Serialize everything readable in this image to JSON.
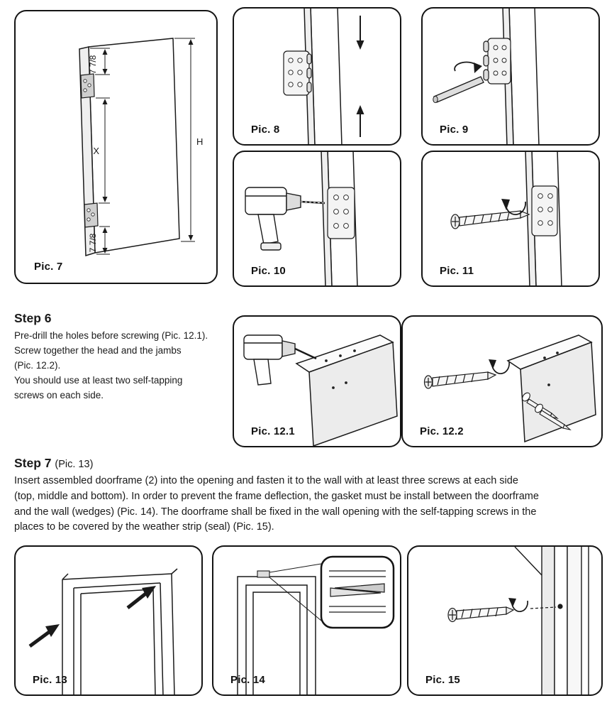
{
  "page": {
    "background": "#ffffff",
    "ink": "#1a1a1a"
  },
  "figures": {
    "pic7": {
      "label": "Pic. 7",
      "dims": {
        "top": "7 7/8",
        "middle": "X",
        "bottom": "7 7/8",
        "height": "H"
      }
    },
    "pic8": {
      "label": "Pic. 8"
    },
    "pic9": {
      "label": "Pic. 9"
    },
    "pic10": {
      "label": "Pic. 10"
    },
    "pic11": {
      "label": "Pic. 11"
    },
    "pic12_1": {
      "label": "Pic. 12.1"
    },
    "pic12_2": {
      "label": "Pic. 12.2"
    },
    "pic13": {
      "label": "Pic. 13"
    },
    "pic14": {
      "label": "Pic. 14"
    },
    "pic15": {
      "label": "Pic. 15"
    }
  },
  "step6": {
    "title": "Step 6",
    "text": "Pre-drill the holes before screwing (Pic. 12.1).\nScrew together the head and the jambs\n(Pic. 12.2).\nYou should use at least two self-tapping\nscrews on each side."
  },
  "step7": {
    "title": "Step 7",
    "title_ref": "(Pic. 13)",
    "text": "Insert assembled doorframe (2) into the opening and fasten it to the wall with at least three screws at each side\n(top, middle and bottom). In order to prevent the frame deflection, the gasket must be install between the doorframe\nand the wall (wedges) (Pic. 14). The doorframe shall be fixed in the wall opening with the self-tapping screws in the\nplaces to be covered by the weather strip (seal) (Pic. 15)."
  }
}
